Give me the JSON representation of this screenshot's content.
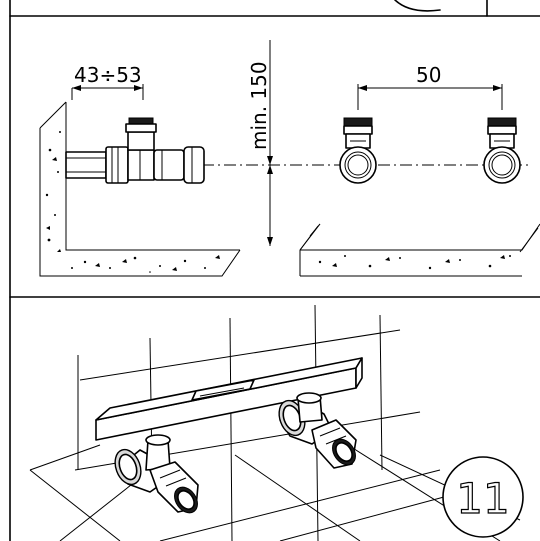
{
  "figure": {
    "step_number": "11",
    "dimensions": {
      "wall_distance": "43÷53",
      "pipe_spacing": "50",
      "min_height": "min. 150"
    }
  }
}
